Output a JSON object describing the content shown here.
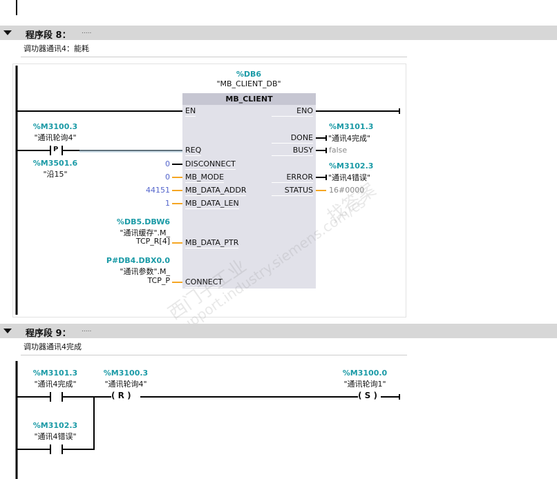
{
  "network8": {
    "title": "程序段 8：",
    "dots": ".....",
    "comment": "调功器通讯4：能耗",
    "instance_addr": "%DB6",
    "instance_name": "\"MB_CLIENT_DB\"",
    "block_name": "MB_CLIENT",
    "req_contact": {
      "addr": "%M3100.3",
      "name": "\"通讯轮询4\"",
      "type": "P",
      "edge_addr": "%M3501.6",
      "edge_name": "\"沿15\""
    },
    "inputs": [
      {
        "pin": "EN"
      },
      {
        "pin": "REQ"
      },
      {
        "pin": "DISCONNECT",
        "value": "0"
      },
      {
        "pin": "MB_MODE",
        "value": "0"
      },
      {
        "pin": "MB_DATA_ADDR",
        "value": "44151"
      },
      {
        "pin": "MB_DATA_LEN",
        "value": "1"
      },
      {
        "pin": "MB_DATA_PTR",
        "addr": "%DB5.DBW6",
        "line1": "\"通讯缓存\".M_",
        "line2": "TCP_R[4]"
      },
      {
        "pin": "CONNECT",
        "addr": "P#DB4.DBX0.0",
        "line1": "\"通讯参数\".M_",
        "line2": "TCP_P"
      }
    ],
    "outputs": [
      {
        "pin": "ENO"
      },
      {
        "pin": "DONE",
        "addr": "%M3101.3",
        "name": "\"通讯4完成\""
      },
      {
        "pin": "BUSY",
        "value": "false"
      },
      {
        "pin": "ERROR",
        "addr": "%M3102.3",
        "name": "\"通讯4错误\""
      },
      {
        "pin": "STATUS",
        "value": "16#0000"
      }
    ]
  },
  "network9": {
    "title": "程序段 9：",
    "dots": ".....",
    "comment": "调功器通讯4完成",
    "contact1": {
      "addr": "%M3101.3",
      "name": "\"通讯4完成\""
    },
    "contact2": {
      "addr": "%M3102.3",
      "name": "\"通讯4错误\""
    },
    "coil_r": {
      "addr": "%M3100.3",
      "name": "\"通讯轮询4\"",
      "type": "R"
    },
    "coil_s": {
      "addr": "%M3100.0",
      "name": "\"通讯轮询1\"",
      "type": "S"
    }
  },
  "watermark": {
    "line1": "西门子工业",
    "line2": "support.industry.siemens.com/cs",
    "line3": "找答案"
  },
  "colors": {
    "address": "#1a9aa6",
    "wire_orange": "#f5a623",
    "constant": "#5566cc"
  }
}
